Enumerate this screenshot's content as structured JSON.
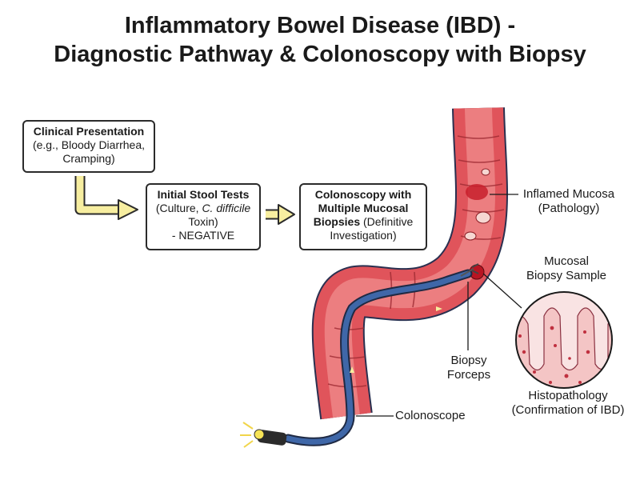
{
  "title": {
    "line1": "Inflammatory Bowel Disease (IBD) -",
    "line2": "Diagnostic Pathway & Colonoscopy with Biopsy"
  },
  "steps": {
    "clinical": {
      "heading": "Clinical Presentation",
      "detail1": "(e.g., Bloody Diarrhea,",
      "detail2": "Cramping)"
    },
    "stool": {
      "heading": "Initial Stool Tests",
      "detail1_pre": "(Culture, ",
      "detail1_em": "C. difficile",
      "detail2": "Toxin)",
      "detail3": "- NEGATIVE"
    },
    "colonoscopy": {
      "heading1": "Colonoscopy with",
      "heading2": "Multiple Mucosal",
      "heading3": "Biopsies",
      "detail_inline": " (Definitive",
      "detail2": "Investigation)"
    }
  },
  "labels": {
    "inflamed_line1": "Inflamed Mucosa",
    "inflamed_line2": "(Pathology)",
    "sample_line1": "Mucosal",
    "sample_line2": "Biopsy Sample",
    "forceps_line1": "Biopsy",
    "forceps_line2": "Forceps",
    "histo_line1": "Histopathology",
    "histo_line2": "(Confirmation of IBD)",
    "colonoscope": "Colonoscope"
  },
  "colors": {
    "mucosa": "#e0545b",
    "mucosa_light": "#f3a3a3",
    "wall_outline": "#2a3050",
    "scope_blue": "#3f67a8",
    "arrow_yellow": "#f7eea0",
    "tissue": "#f4c5c5"
  }
}
